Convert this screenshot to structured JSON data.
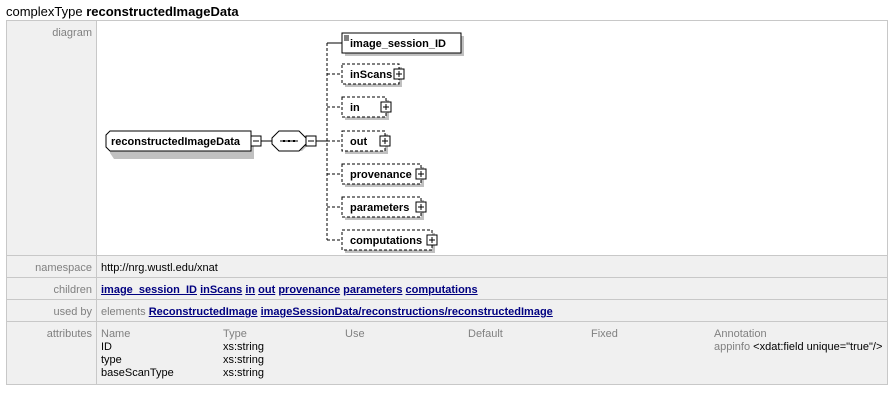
{
  "title": {
    "kind": "complexType",
    "name": "reconstructedImageData"
  },
  "rows": {
    "diagram": "diagram",
    "namespace": "namespace",
    "children": "children",
    "used_by": "used by",
    "attributes": "attributes"
  },
  "diagram": {
    "root": "reconstructedImageData",
    "children": [
      {
        "name": "image_session_ID",
        "optional": false,
        "expandable": false
      },
      {
        "name": "inScans",
        "optional": true,
        "expandable": true
      },
      {
        "name": "in",
        "optional": true,
        "expandable": true
      },
      {
        "name": "out",
        "optional": true,
        "expandable": true
      },
      {
        "name": "provenance",
        "optional": true,
        "expandable": true
      },
      {
        "name": "parameters",
        "optional": true,
        "expandable": true
      },
      {
        "name": "computations",
        "optional": true,
        "expandable": true
      }
    ]
  },
  "namespace": "http://nrg.wustl.edu/xnat",
  "children": [
    "image_session_ID",
    "inScans",
    "in",
    "out",
    "provenance",
    "parameters",
    "computations"
  ],
  "used_by": {
    "prefix": "elements",
    "links": [
      "ReconstructedImage",
      "imageSessionData/reconstructions/reconstructedImage"
    ]
  },
  "attributes": {
    "headers": [
      "Name",
      "Type",
      "Use",
      "Default",
      "Fixed",
      "Annotation"
    ],
    "rows": [
      {
        "name": "ID",
        "type": "xs:string",
        "use": "",
        "default": "",
        "fixed": "",
        "ann_label": "appinfo",
        "ann_value": "<xdat:field unique=\"true\"/>"
      },
      {
        "name": "type",
        "type": "xs:string",
        "use": "",
        "default": "",
        "fixed": "",
        "ann_label": "",
        "ann_value": ""
      },
      {
        "name": "baseScanType",
        "type": "xs:string",
        "use": "",
        "default": "",
        "fixed": "",
        "ann_label": "",
        "ann_value": ""
      }
    ]
  }
}
